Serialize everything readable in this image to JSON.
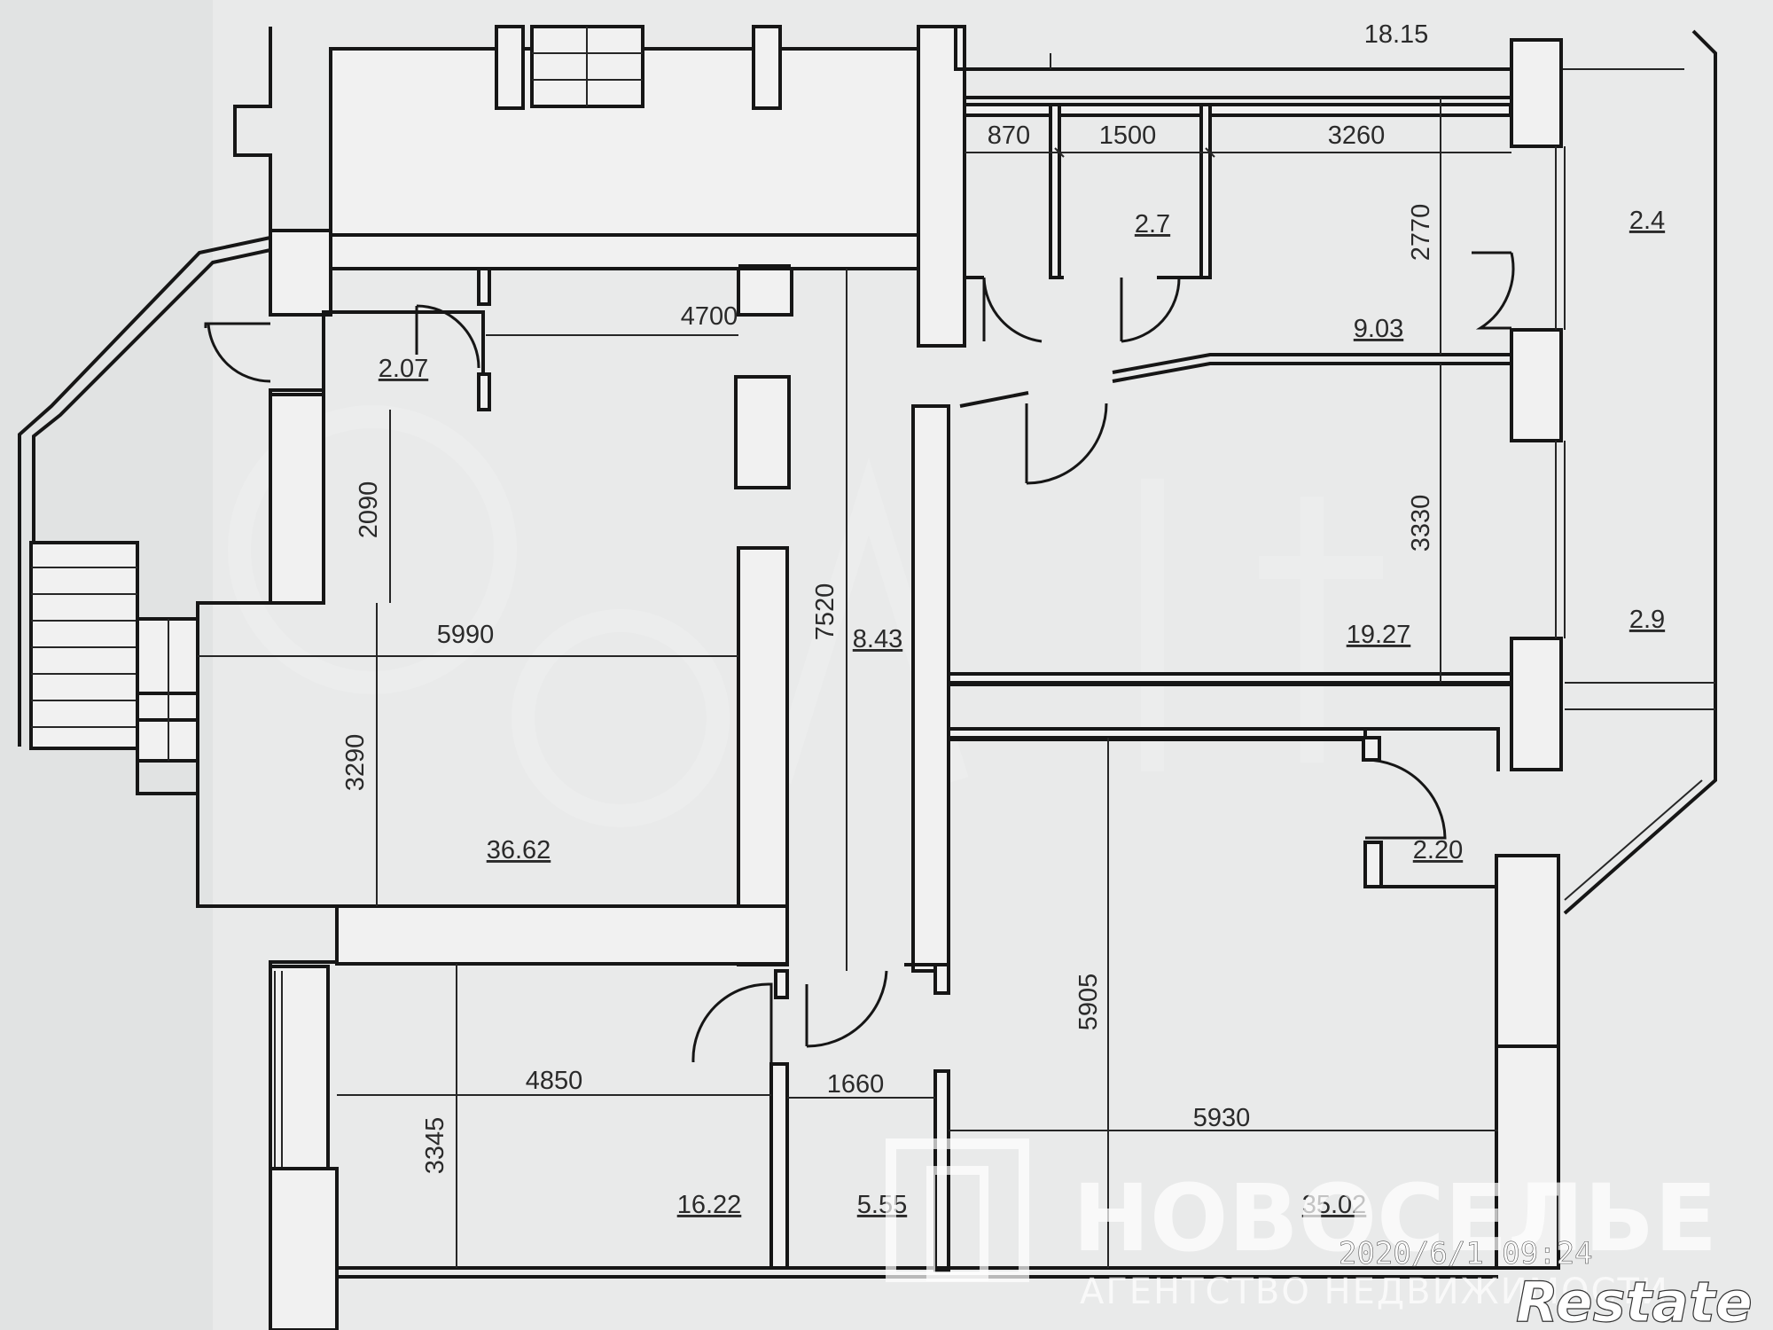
{
  "plan": {
    "dimensions": [
      "18.15",
      "870",
      "1500",
      "3260",
      "2770",
      "4700",
      "2090",
      "5990",
      "3290",
      "7520",
      "3330",
      "5905",
      "4850",
      "1660",
      "5930",
      "3345"
    ],
    "areas": [
      "2.7",
      "2.4",
      "9.03",
      "2.07",
      "19.27",
      "2.9",
      "8.43",
      "36.62",
      "2.20",
      "16.22",
      "5.55",
      "35.02"
    ]
  },
  "watermark": {
    "logo_text": "НОВОСЕЛЬЕ",
    "subtitle": "АГЕНТСТВО НЕДВИЖИМОСТИ",
    "timestamp": "2020/6/1  09:24",
    "brand": "Restate"
  }
}
